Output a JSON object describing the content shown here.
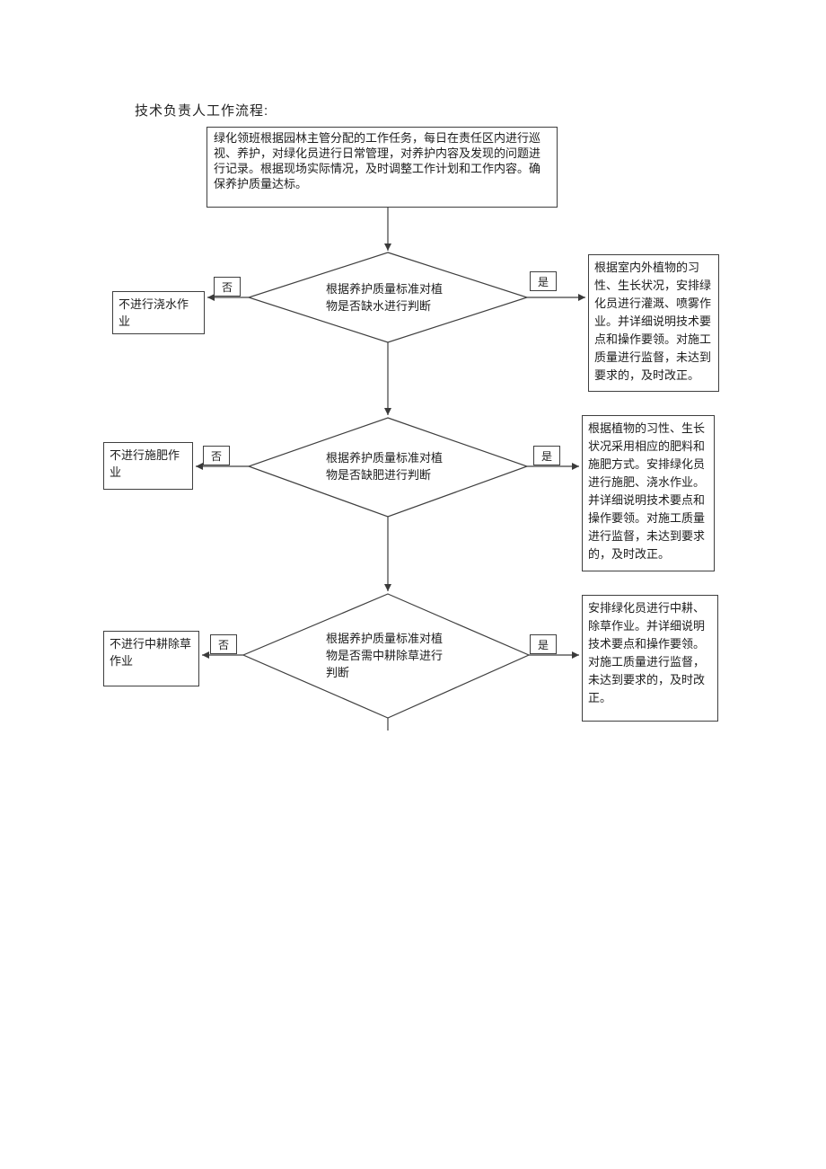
{
  "page": {
    "title": "技术负责人工作流程:"
  },
  "flowchart": {
    "start_text": "绿化领班根据园林主管分配的工作任务，每日在责任区内进行巡视、养护，对绿化员进行日常管理，对养护内容及发现的问题进行记录。根据现场实际情况，及时调整工作计划和工作内容。确保养护质量达标。",
    "decisions": [
      {
        "question": "根据养护质量标准对植物是否缺水进行判断",
        "no_label": "否",
        "yes_label": "是",
        "no_action": "不进行浇水作业",
        "yes_action": "根据室内外植物的习性、生长状况，安排绿化员进行灌溉、喷雾作业。并详细说明技术要点和操作要领。对施工质量进行监督，未达到要求的，及时改正。"
      },
      {
        "question": "根据养护质量标准对植物是否缺肥进行判断",
        "no_label": "否",
        "yes_label": "是",
        "no_action": "不进行施肥作业",
        "yes_action": "根据植物的习性、生长状况采用相应的肥料和施肥方式。安排绿化员进行施肥、浇水作业。并详细说明技术要点和操作要领。对施工质量进行监督，未达到要求的，及时改正。"
      },
      {
        "question": "根据养护质量标准对植物是否需中耕除草进行判断",
        "no_label": "否",
        "yes_label": "是",
        "no_action": "不进行中耕除草作业",
        "yes_action": "安排绿化员进行中耕、除草作业。并详细说明技术要点和操作要领。对施工质量进行监督，未达到要求的，及时改正。"
      }
    ]
  }
}
